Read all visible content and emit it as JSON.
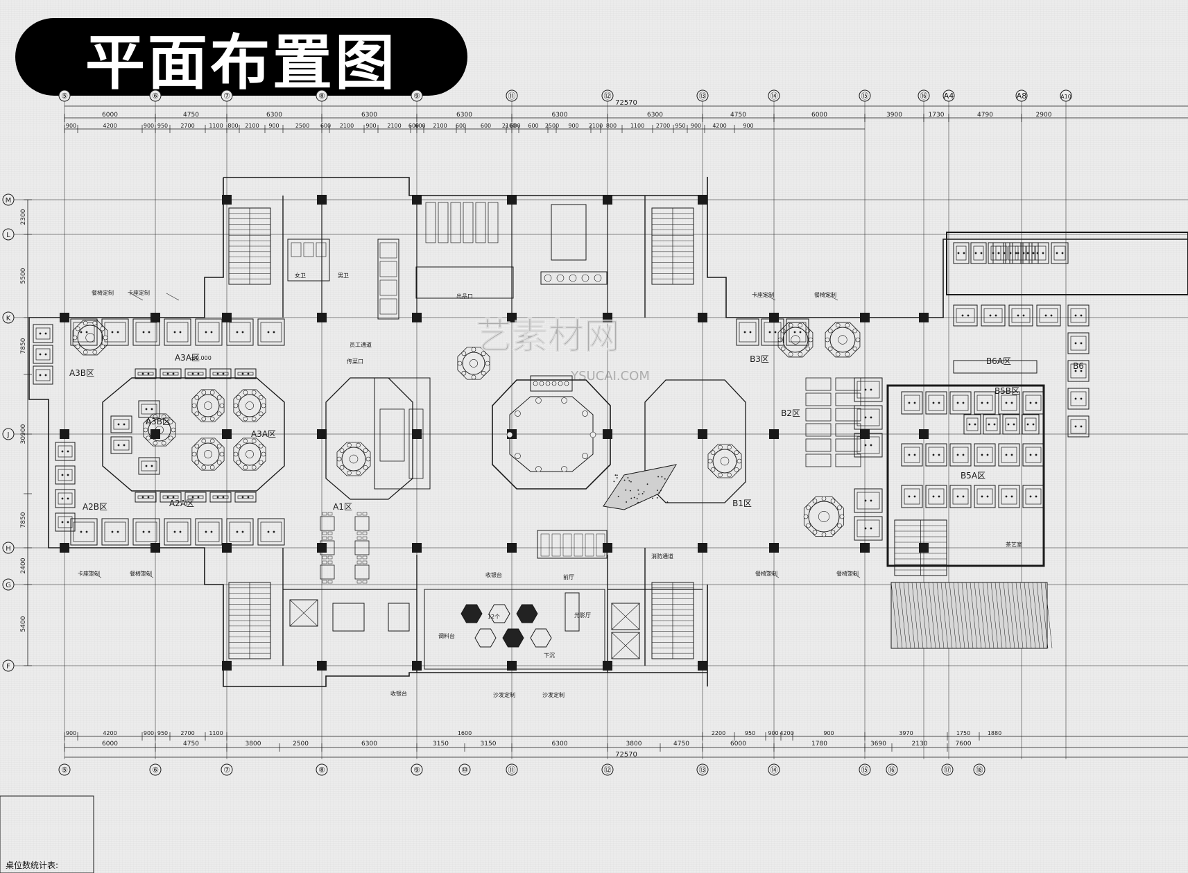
{
  "title": "平面布置图",
  "footer": "桌位数统计表:",
  "overall_dim": "72570",
  "top_axes": [
    {
      "label": "⑤"
    },
    {
      "label": "⑥"
    },
    {
      "label": "⑦"
    },
    {
      "label": "⑧"
    },
    {
      "label": "⑨"
    },
    {
      "label": "⑪"
    },
    {
      "label": "⑫"
    },
    {
      "label": "⑬"
    },
    {
      "label": "⑭"
    },
    {
      "label": "⑮"
    },
    {
      "label": "⑯"
    },
    {
      "label": "A4"
    },
    {
      "label": "A8"
    },
    {
      "label": "A10"
    }
  ],
  "bottom_axes": [
    {
      "label": "⑤"
    },
    {
      "label": "⑥"
    },
    {
      "label": "⑦"
    },
    {
      "label": "⑧"
    },
    {
      "label": "⑨"
    },
    {
      "label": "⑩"
    },
    {
      "label": "⑪"
    },
    {
      "label": "⑫"
    },
    {
      "label": "⑬"
    },
    {
      "label": "⑭"
    },
    {
      "label": "⑮"
    },
    {
      "label": "⑯"
    },
    {
      "label": "⑰"
    },
    {
      "label": "⑱"
    }
  ],
  "left_axes": [
    {
      "label": "M"
    },
    {
      "label": "L"
    },
    {
      "label": "K"
    },
    {
      "label": "J"
    },
    {
      "label": "H"
    },
    {
      "label": "G"
    },
    {
      "label": "F"
    }
  ],
  "top_dims_row1": [
    "6000",
    "4750",
    "6300",
    "6300",
    "6300",
    "6300",
    "6300",
    "4750",
    "6000",
    "3900",
    "1730",
    "4790",
    "2900"
  ],
  "top_dims_row2": [
    "900",
    "4200",
    "900",
    "950",
    "2700",
    "1100",
    "800",
    "2100",
    "900",
    "2500",
    "600",
    "2100",
    "900",
    "2100",
    "600",
    "600",
    "2100",
    "600",
    "600",
    "2100",
    "600",
    "600",
    "2500",
    "900",
    "2100",
    "800",
    "1100",
    "2700",
    "950",
    "900",
    "4200",
    "900"
  ],
  "bottom_dims_row1": [
    "900",
    "4200",
    "900",
    "950",
    "2700",
    "1100",
    "1600",
    "2200",
    "950",
    "900",
    "4200",
    "900",
    "3970",
    "1750",
    "1880"
  ],
  "bottom_dims_row2": [
    "6000",
    "4750",
    "3800",
    "2500",
    "6300",
    "3150",
    "3150",
    "6300",
    "3800",
    "4750",
    "6000",
    "1780",
    "3690",
    "2130",
    "7600"
  ],
  "left_dims": [
    "2300",
    "5500",
    "7850",
    "30900",
    "7850",
    "2400",
    "5400"
  ],
  "zones": [
    {
      "label": "A3B区"
    },
    {
      "label": "A3A区"
    },
    {
      "label": "A3B区"
    },
    {
      "label": "A3A区"
    },
    {
      "label": "A2B区"
    },
    {
      "label": "A2A区"
    },
    {
      "label": "A1区"
    },
    {
      "label": "B3区"
    },
    {
      "label": "B2区"
    },
    {
      "label": "B1区"
    },
    {
      "label": "B6A区"
    },
    {
      "label": "B5B区"
    },
    {
      "label": "B5A区"
    },
    {
      "label": "B6"
    }
  ],
  "annotations": [
    {
      "text": "卡座定制"
    },
    {
      "text": "餐椅定制"
    },
    {
      "text": "女卫"
    },
    {
      "text": "男卫"
    },
    {
      "text": "员工通道"
    },
    {
      "text": "出品口"
    },
    {
      "text": "传菜口"
    },
    {
      "text": "收银台"
    },
    {
      "text": "消防通道"
    },
    {
      "text": "沙发定制"
    },
    {
      "text": "茶艺室"
    },
    {
      "text": "前厅"
    },
    {
      "text": "12个"
    },
    {
      "text": "下沉"
    },
    {
      "text": "光影厅"
    },
    {
      "text": "调料台"
    },
    {
      "text": "±0.000"
    }
  ],
  "watermark": {
    "main": "艺素材网",
    "sub": "YSUCAI.COM"
  },
  "colors": {
    "ink": "#1a1a1a",
    "paper": "#ececec",
    "pill": "#000000"
  }
}
